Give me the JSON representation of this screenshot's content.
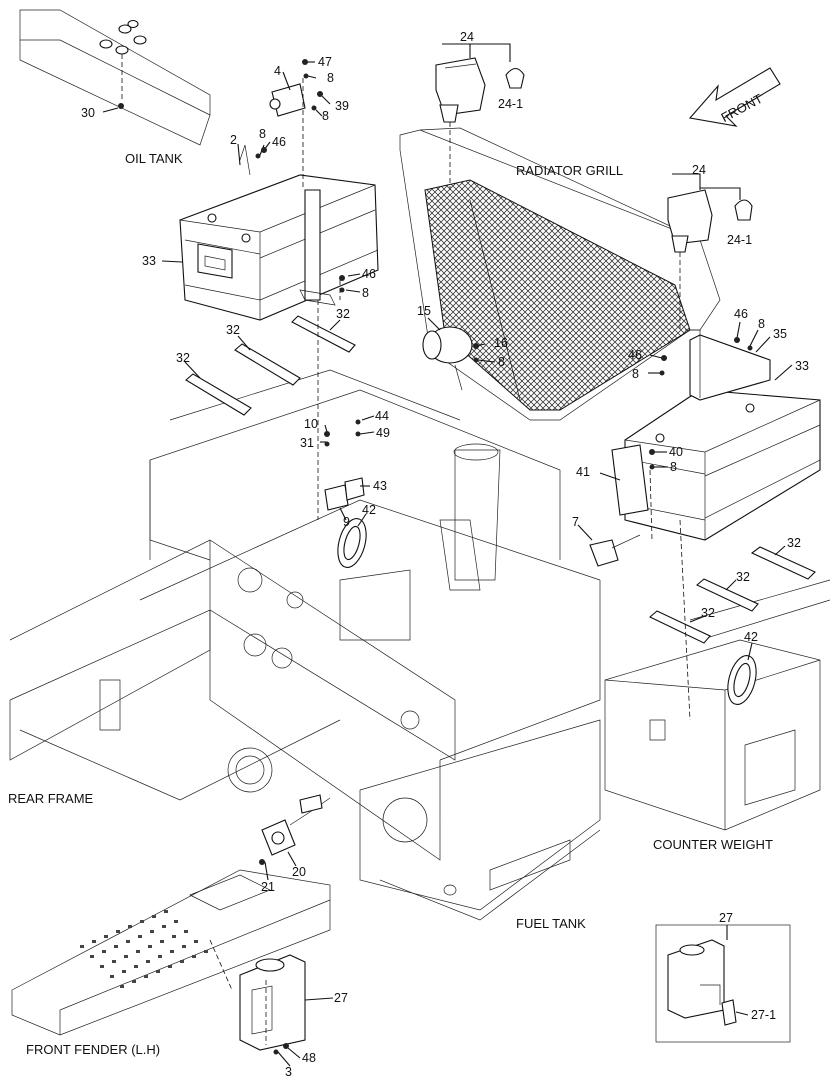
{
  "areas": {
    "oil_tank": "OIL TANK",
    "radiator_grill": "RADIATOR GRILL",
    "rear_frame": "REAR FRAME",
    "counter_weight": "COUNTER WEIGHT",
    "fuel_tank": "FUEL TANK",
    "front_fender": "FRONT FENDER (L.H)",
    "front_arrow": "FRONT"
  },
  "callouts": {
    "c30": "30",
    "c4": "4",
    "c47": "47",
    "c8a": "8",
    "c39": "39",
    "c8b": "8",
    "c2": "2",
    "c8c": "8",
    "c46a": "46",
    "c24a": "24",
    "c24_1a": "24-1",
    "c24b": "24",
    "c24_1b": "24-1",
    "c33a": "33",
    "c46b": "46",
    "c8d": "8",
    "c32a": "32",
    "c32b": "32",
    "c32c": "32",
    "c15": "15",
    "c16": "16",
    "c8e": "8",
    "c46c": "46",
    "c8f": "8",
    "c35": "35",
    "c46d": "46",
    "c8g": "8",
    "c33b": "33",
    "c10": "10",
    "c44": "44",
    "c31": "31",
    "c49": "49",
    "c43": "43",
    "c9": "9",
    "c42a": "42",
    "c40": "40",
    "c8h": "8",
    "c41": "41",
    "c7": "7",
    "c32d": "32",
    "c32e": "32",
    "c32f": "32",
    "c42b": "42",
    "c21": "21",
    "c20": "20",
    "c27a": "27",
    "c27b": "27",
    "c27_1": "27-1",
    "c48": "48",
    "c3": "3"
  }
}
